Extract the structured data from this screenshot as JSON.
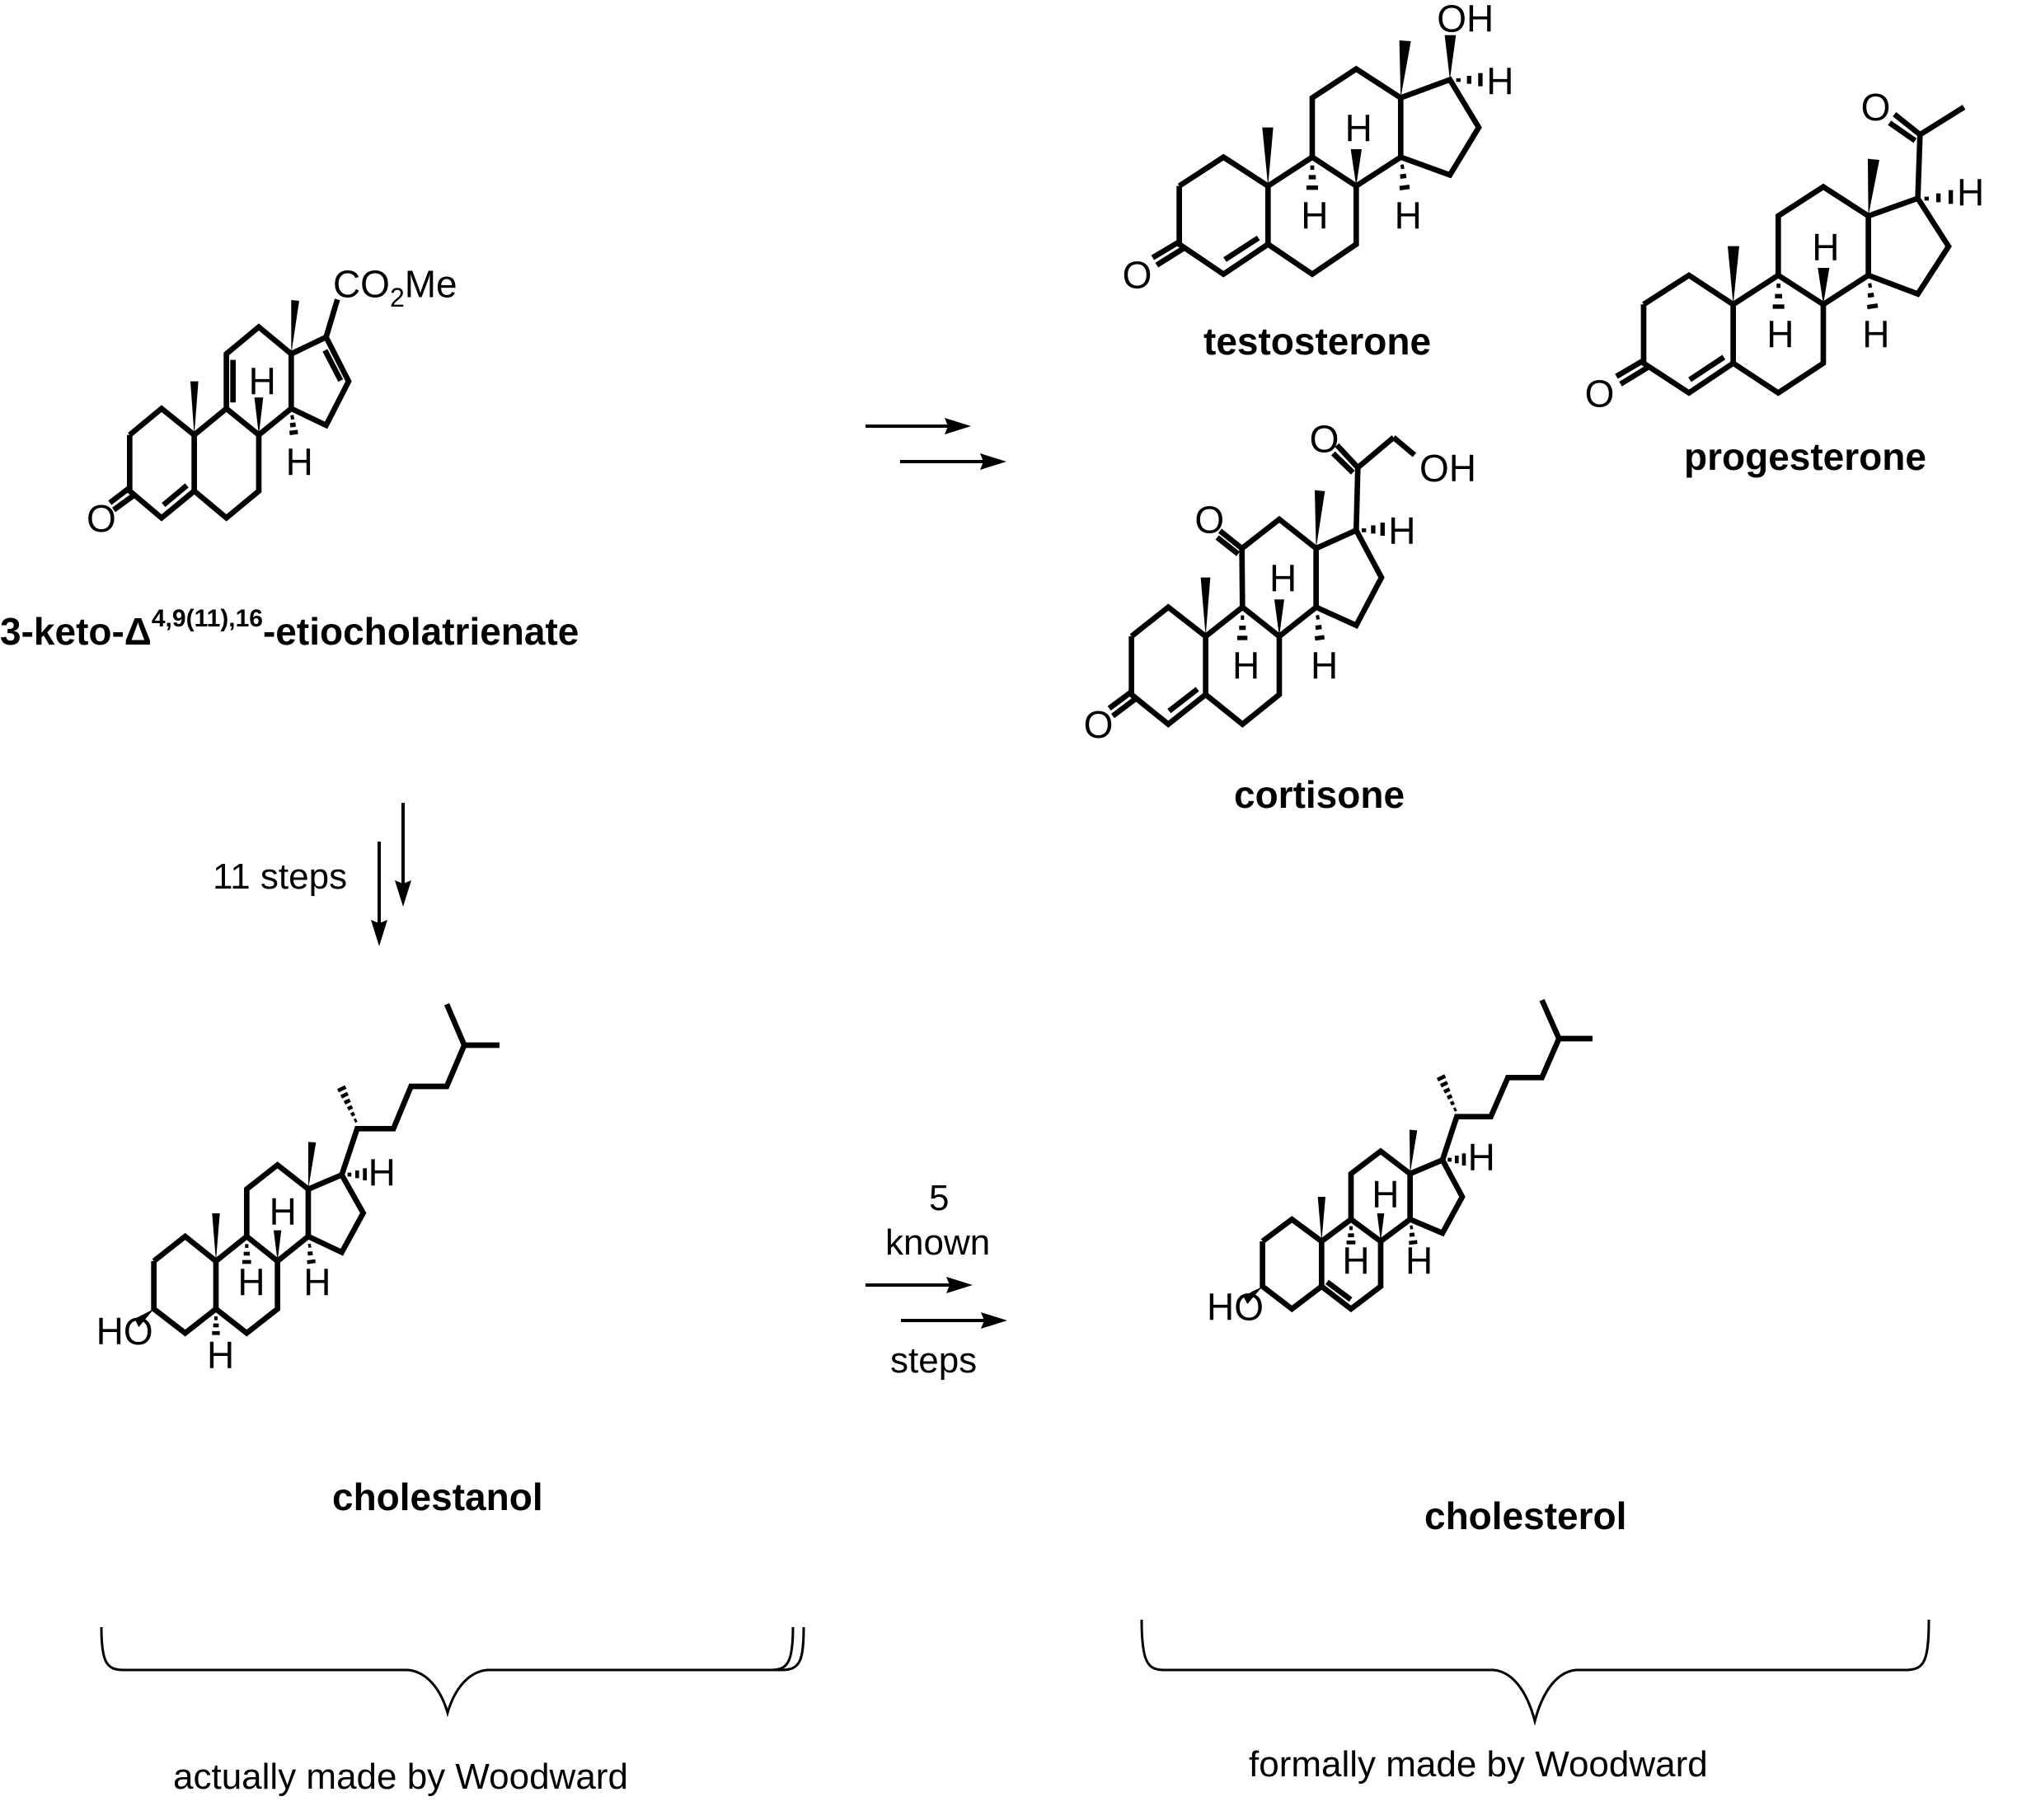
{
  "compounds": {
    "start": {
      "name_prefix": "3-keto-Δ",
      "name_sup": "4,9(11),16",
      "name_suffix": "-etiocholatrienate",
      "substituent": "CO2Me",
      "atoms": {
        "O": "O",
        "H": "H",
        "CO": "CO",
        "two": "2",
        "Me": "Me"
      }
    },
    "testosterone": {
      "name": "testosterone",
      "atoms": {
        "OH": "OH",
        "O": "O",
        "H": "H"
      }
    },
    "progesterone": {
      "name": "progesterone",
      "atoms": {
        "O": "O",
        "H": "H"
      }
    },
    "cortisone": {
      "name": "cortisone",
      "atoms": {
        "O": "O",
        "OH": "OH",
        "H": "H"
      }
    },
    "cholestanol": {
      "name": "cholestanol",
      "atoms": {
        "HO": "HO",
        "H": "H"
      }
    },
    "cholesterol": {
      "name": "cholesterol",
      "atoms": {
        "HO": "HO",
        "H": "H"
      }
    }
  },
  "arrows": {
    "to_hormones": {
      "label": ""
    },
    "to_cholestanol": {
      "label": "11 steps"
    },
    "to_cholesterol": {
      "label_top_1": "5",
      "label_top_2": "known",
      "label_bottom": "steps"
    }
  },
  "braces": {
    "left": {
      "caption": "actually made by Woodward"
    },
    "right": {
      "caption": "formally made by Woodward"
    }
  }
}
